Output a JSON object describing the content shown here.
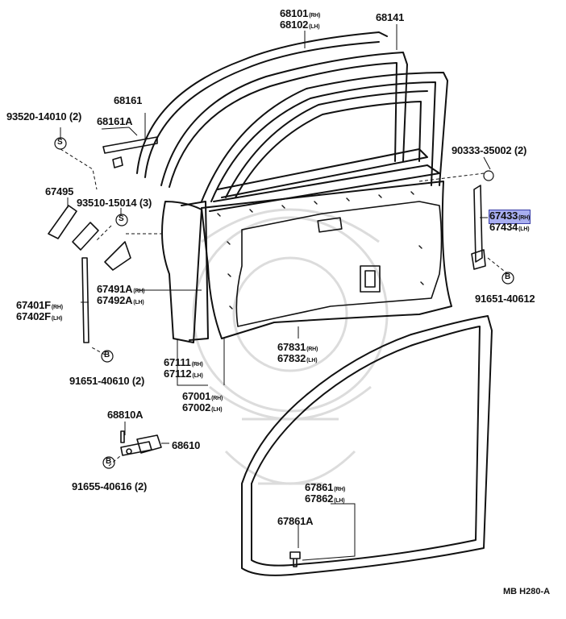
{
  "labels": {
    "p68101": {
      "num": "68101",
      "side": "(RH)"
    },
    "p68102": {
      "num": "68102",
      "side": "(LH)"
    },
    "p68141": {
      "num": "68141"
    },
    "p93520": {
      "num": "93520-14010 (2)"
    },
    "p68161": {
      "num": "68161"
    },
    "p68161a": {
      "num": "68161A"
    },
    "p90333": {
      "num": "90333-35002 (2)"
    },
    "p67495": {
      "num": "67495"
    },
    "p93510": {
      "num": "93510-15014 (3)"
    },
    "p67433": {
      "num": "67433",
      "side": "(RH)"
    },
    "p67434": {
      "num": "67434",
      "side": "(LH)"
    },
    "p67491a": {
      "num": "67491A",
      "side": "(RH)"
    },
    "p67492a": {
      "num": "67492A",
      "side": "(LH)"
    },
    "p91651_40612": {
      "num": "91651-40612"
    },
    "p67401f": {
      "num": "67401F",
      "side": "(RH)"
    },
    "p67402f": {
      "num": "67402F",
      "side": "(LH)"
    },
    "p67831": {
      "num": "67831",
      "side": "(RH)"
    },
    "p67832": {
      "num": "67832",
      "side": "(LH)"
    },
    "p67111": {
      "num": "67111",
      "side": "(RH)"
    },
    "p67112": {
      "num": "67112",
      "side": "(LH)"
    },
    "p91651_40610": {
      "num": "91651-40610 (2)"
    },
    "p67001": {
      "num": "67001",
      "side": "(RH)"
    },
    "p67002": {
      "num": "67002",
      "side": "(LH)"
    },
    "p68810a": {
      "num": "68810A"
    },
    "p68610": {
      "num": "68610"
    },
    "p91655": {
      "num": "91655-40616 (2)"
    },
    "p67861": {
      "num": "67861",
      "side": "(RH)"
    },
    "p67862": {
      "num": "67862",
      "side": "(LH)"
    },
    "p67861a": {
      "num": "67861A"
    }
  },
  "markers": {
    "s": "S",
    "b": "B"
  },
  "figure_code": "MB H280-A",
  "colors": {
    "ink": "#111111",
    "highlight": "#a8aef0",
    "highlight_border": "#3a3fa8",
    "watermark": "#d9d9d9"
  }
}
